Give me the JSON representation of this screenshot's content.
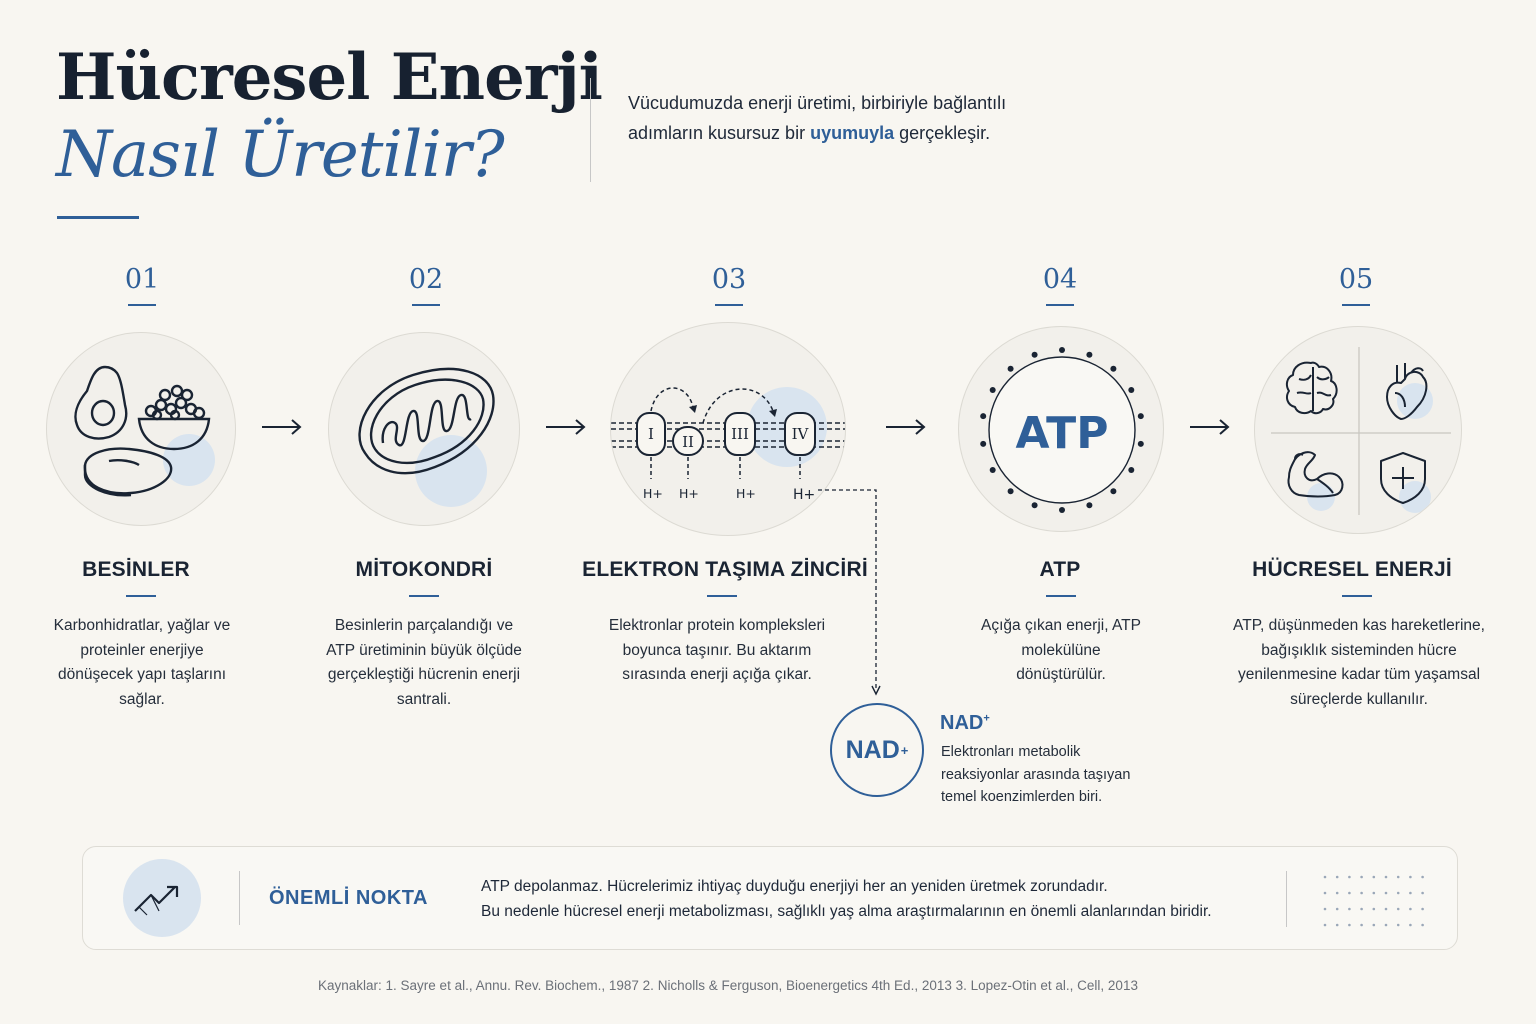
{
  "header": {
    "title_line1": "Hücresel Enerji",
    "title_line2": "Nasıl Üretilir?",
    "intro_before": "Vücudumuzda enerji üretimi, birbiriyle bağlantılı adımların kusursuz bir ",
    "intro_highlight": "uyumuyla",
    "intro_after": " gerçekleşir."
  },
  "steps": [
    {
      "number": "01",
      "title": "BESİNLER",
      "desc": "Karbonhidratlar, yağlar ve proteinler enerjiye dönüşecek yapı taşlarını sağlar."
    },
    {
      "number": "02",
      "title": "MİTOKONDRİ",
      "desc": "Besinlerin parçalandığı ve ATP üretiminin büyük ölçüde gerçekleştiği hücrenin enerji santrali."
    },
    {
      "number": "03",
      "title": "ELEKTRON TAŞIMA ZİNCİRİ",
      "desc": "Elektronlar protein kompleksleri boyunca taşınır. Bu aktarım sırasında enerji açığa çıkar."
    },
    {
      "number": "04",
      "title": "ATP",
      "desc": "Açığa çıkan enerji, ATP molekülüne dönüştürülür."
    },
    {
      "number": "05",
      "title": "HÜCRESEL ENERJİ",
      "desc": "ATP, düşünmeden kas hareketlerine, bağışıklık sisteminden hücre yenilenmesine kadar tüm yaşamsal süreçlerde kullanılır."
    }
  ],
  "etc_labels": {
    "complexes": [
      "I",
      "II",
      "III",
      "IV"
    ],
    "proton": "H+"
  },
  "atp_label": "ATP",
  "nad": {
    "circle_label": "NAD",
    "circle_sup": "+",
    "title": "NAD",
    "title_sup": "+",
    "desc": "Elektronları metabolik reaksiyonlar arasında taşıyan temel koenzimlerden biri."
  },
  "keypoint": {
    "title": "ÖNEMLİ NOKTA",
    "line1": "ATP depolanmaz. Hücrelerimiz ihtiyaç duyduğu enerjiyi her an yeniden üretmek zorundadır.",
    "line2": "Bu nedenle hücresel enerji metabolizması, sağlıklı yaş alma araştırmalarının en önemli alanlarından biridir."
  },
  "sources": "Kaynaklar:  1. Sayre et al., Annu. Rev. Biochem., 1987   2. Nicholls & Ferguson, Bioenergetics 4th Ed., 2013   3. Lopez-Otin et al., Cell, 2013",
  "colors": {
    "accent": "#2f5f98",
    "ink": "#1a2433",
    "background": "#f8f6f1",
    "soft_blue": "#d9e4ef"
  },
  "icons": [
    "avocado-icon",
    "bowl-icon",
    "steak-icon",
    "mitochondrion-icon",
    "brain-icon",
    "heart-icon",
    "muscle-icon",
    "shield-plus-icon",
    "trend-up-icon"
  ]
}
